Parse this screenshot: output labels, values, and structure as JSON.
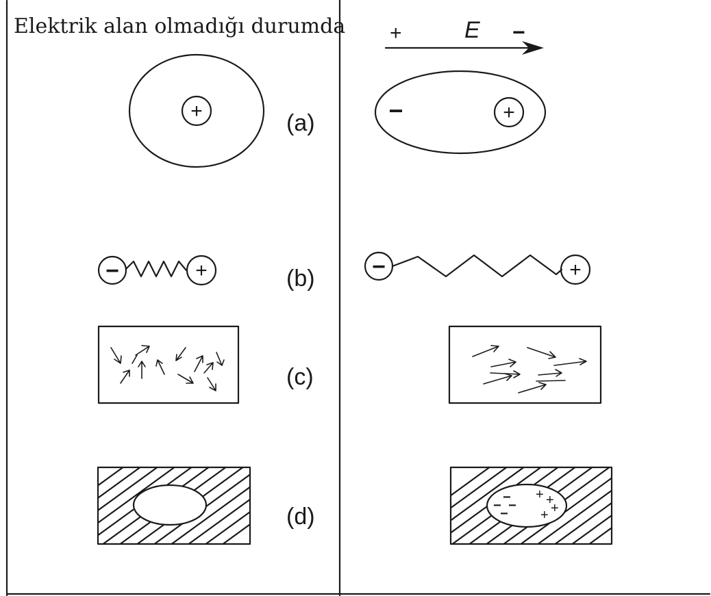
{
  "header": {
    "left_title": "Elektrik alan olmadığı durumda",
    "field_plus": "+",
    "field_symbol": "E",
    "field_minus": "−"
  },
  "rows": [
    {
      "id": "a",
      "label": "(a)",
      "left_signs": [
        "+"
      ],
      "right_signs": [
        "−",
        "+"
      ]
    },
    {
      "id": "b",
      "label": "(b)",
      "left_signs": [
        "−",
        "+"
      ],
      "right_signs": [
        "−",
        "+"
      ]
    },
    {
      "id": "c",
      "label": "(c)"
    },
    {
      "id": "d",
      "label": "(d)",
      "right_signs": [
        "−",
        "−",
        "−",
        "−",
        "+",
        "+",
        "+",
        "+"
      ]
    }
  ],
  "colors": {
    "ink": "#1a1a1a",
    "background": "#ffffff"
  }
}
